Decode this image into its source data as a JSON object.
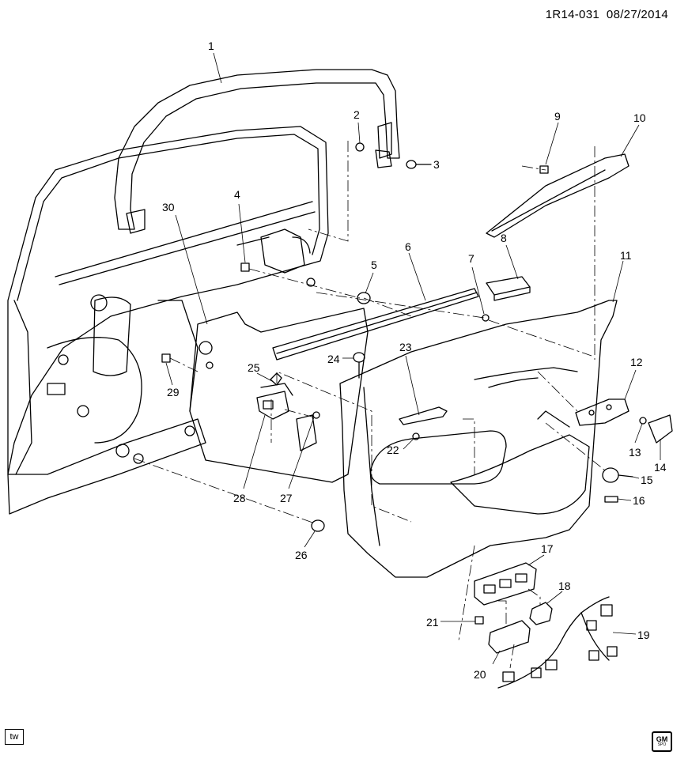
{
  "header": {
    "code": "1R14-031",
    "date": "08/27/2014"
  },
  "footer": {
    "tw_label": "tw",
    "logo_text": "GM",
    "logo_sub": "SPO"
  },
  "callouts": {
    "c1": "1",
    "c2": "2",
    "c3": "3",
    "c4": "4",
    "c5": "5",
    "c6": "6",
    "c7": "7",
    "c8": "8",
    "c9": "9",
    "c10": "10",
    "c11": "11",
    "c12": "12",
    "c13": "13",
    "c14": "14",
    "c15": "15",
    "c16": "16",
    "c17": "17",
    "c18": "18",
    "c19": "19",
    "c20": "20",
    "c21": "21",
    "c22": "22",
    "c23": "23",
    "c24": "24",
    "c25": "25",
    "c26": "26",
    "c27": "27",
    "c28": "28",
    "c29": "29",
    "c30": "30"
  }
}
